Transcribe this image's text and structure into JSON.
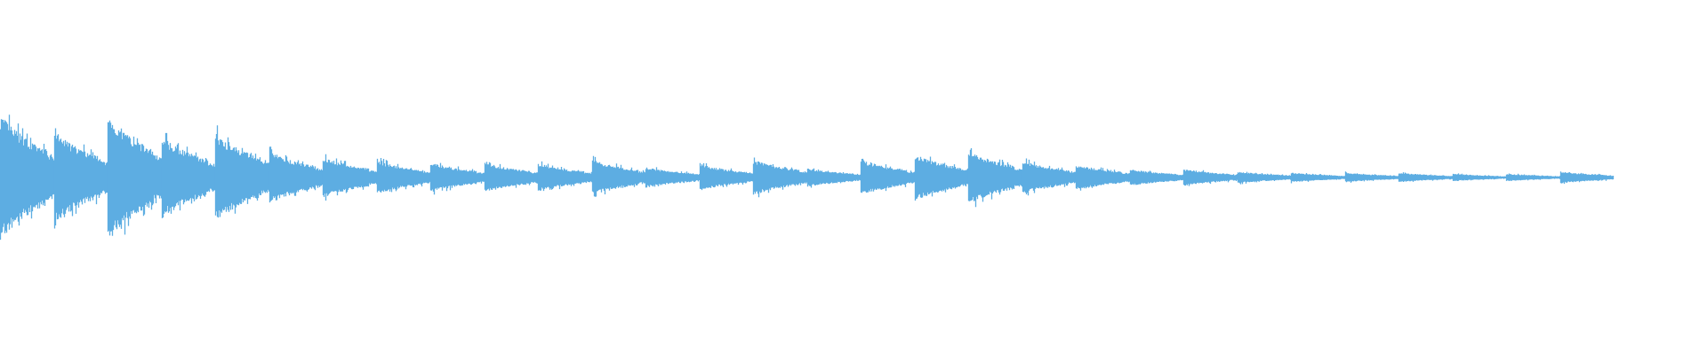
{
  "chart_data": {
    "type": "area",
    "description_of_axes": "",
    "title": "",
    "xlabel": "",
    "ylabel": "",
    "ylim": [
      -1,
      1
    ],
    "grid": false,
    "color": "#5dade2",
    "segments": {
      "count": 30,
      "peak_amplitudes": [
        0.34,
        0.25,
        0.34,
        0.22,
        0.24,
        0.14,
        0.11,
        0.09,
        0.08,
        0.08,
        0.075,
        0.095,
        0.055,
        0.07,
        0.095,
        0.05,
        0.095,
        0.125,
        0.145,
        0.09,
        0.07,
        0.045,
        0.045,
        0.032,
        0.026,
        0.026,
        0.026,
        0.02,
        0.02,
        0.032
      ]
    }
  }
}
